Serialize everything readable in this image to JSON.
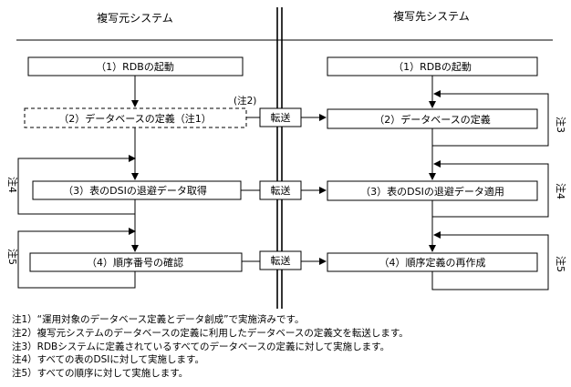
{
  "columns": {
    "source": "複写元システム",
    "target": "複写先システム"
  },
  "source_steps": [
    "（1）RDBの起動",
    "（2）データベースの定義（注1）",
    "（3）表のDSIの退避データ取得",
    "（4）順序番号の確認"
  ],
  "target_steps": [
    "（1）RDBの起動",
    "（2）データベースの定義",
    "（3）表のDSIの退避データ適用",
    "（4）順序定義の再作成"
  ],
  "transfer_label": "転送",
  "transfer_note": "(注2)",
  "side_notes": {
    "n3": "注3",
    "n4": "注4",
    "n5": "注5"
  },
  "notes": [
    "注1）“運用対象のデータベース定義とデータ創成”で実施済みです。",
    "注2）複写元システムのデータベースの定義に利用したデータベースの定義文を転送します。",
    "注3）RDBシステムに定義されているすべてのデータベースの定義に対して実施します。",
    "注4）すべての表のDSIに対して実施します。",
    "注5）すべての順序に対して実施します。"
  ]
}
